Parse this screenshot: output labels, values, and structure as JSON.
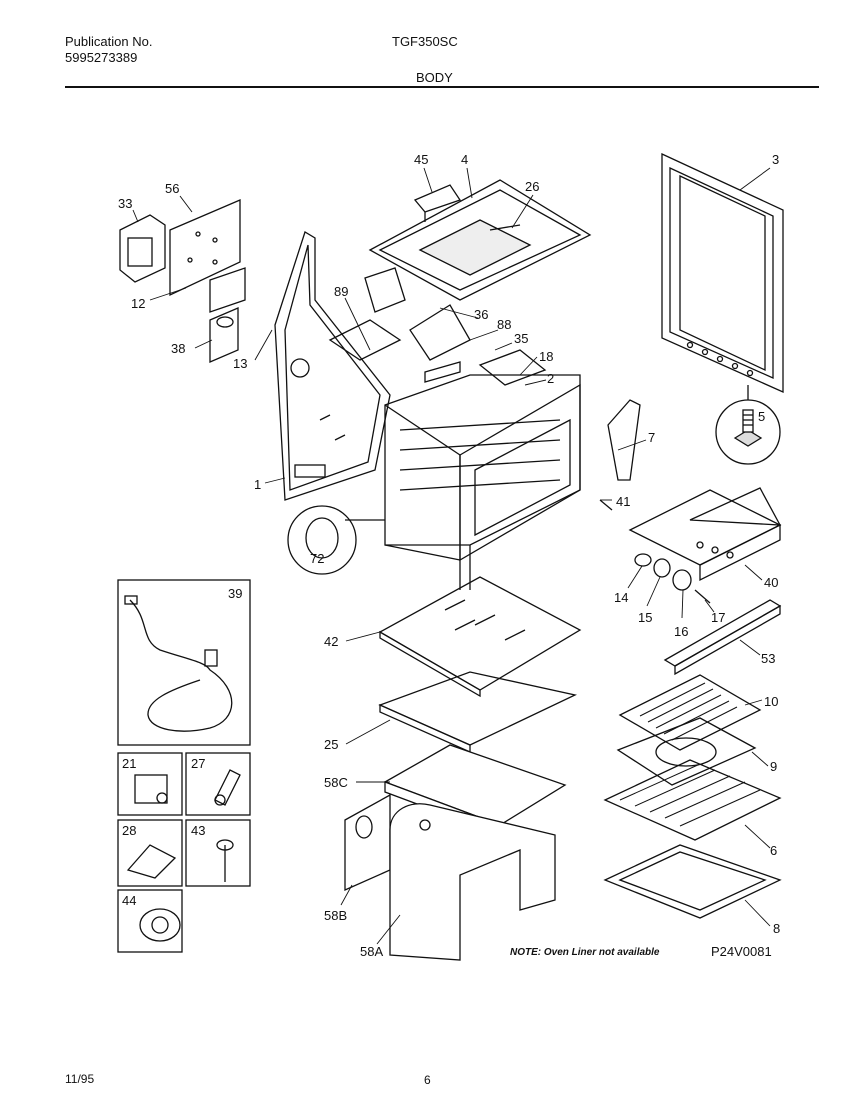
{
  "header": {
    "publication_label": "Publication No.",
    "publication_number": "5995273389",
    "model": "TGF350SC",
    "section": "BODY"
  },
  "callouts": {
    "c45": "45",
    "c4": "4",
    "c3": "3",
    "c26": "26",
    "c33": "33",
    "c56": "56",
    "c12": "12",
    "c89": "89",
    "c36": "36",
    "c88": "88",
    "c35": "35",
    "c38": "38",
    "c13": "13",
    "c18": "18",
    "c2": "2",
    "c5": "5",
    "c7": "7",
    "c1": "1",
    "c41": "41",
    "c72": "72",
    "c40": "40",
    "c39": "39",
    "c14": "14",
    "c15": "15",
    "c16": "16",
    "c17": "17",
    "c42": "42",
    "c53": "53",
    "c10": "10",
    "c25": "25",
    "c9": "9",
    "c21": "21",
    "c27": "27",
    "c58C": "58C",
    "c28": "28",
    "c43": "43",
    "c6": "6",
    "c58B": "58B",
    "c8": "8",
    "c44": "44",
    "c58A": "58A"
  },
  "note": "NOTE: Oven Liner not available",
  "diagram_code": "P24V0081",
  "footer": {
    "date": "11/95",
    "page": "6"
  }
}
